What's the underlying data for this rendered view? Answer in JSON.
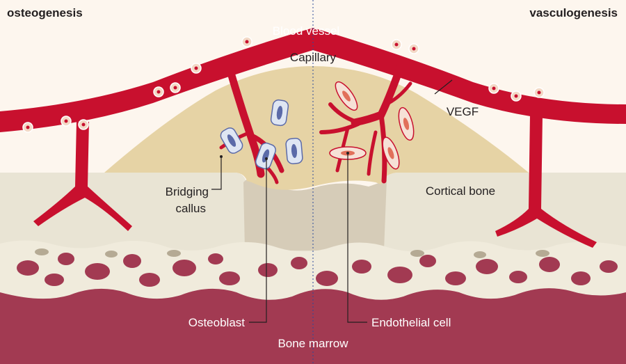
{
  "headers": {
    "left": "osteogenesis",
    "right": "vasculogenesis"
  },
  "labels": {
    "blood_vessel": "Blood vessel",
    "capillary": "Capillary",
    "vegf": "VEGF",
    "bridging_callus_line1": "Bridging",
    "bridging_callus_line2": "callus",
    "cortical_bone": "Cortical bone",
    "osteoblast": "Osteoblast",
    "endothelial_cell": "Endothelial cell",
    "bone_marrow": "Bone marrow"
  },
  "colors": {
    "background": "#fdf6ee",
    "vessel": "#c8102e",
    "callus": "#e6d3a5",
    "cortical_bone": "#e9e4d4",
    "marrow": "#a23a52",
    "trabecular": "#f0ebdc",
    "osteoblast_fill": "#dfe6f3",
    "osteoblast_nucleus": "#5b6aa8",
    "divider": "#2b4a9a"
  }
}
